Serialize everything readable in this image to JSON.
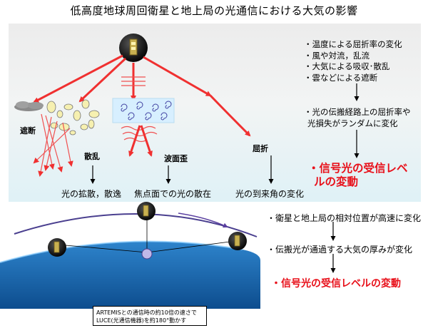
{
  "title": "低高度地球周回衛星と地上局の光通信における大気の影響",
  "top": {
    "effects": [
      "遮断",
      "散乱",
      "波面歪",
      "屈折"
    ],
    "results": [
      "光の拡散，散逸",
      "焦点面での光の散在",
      "光の到来角の変化"
    ],
    "factors": [
      "・温度による屈折率の変化",
      "・風や対流，乱流",
      "・大気による吸収･散乱",
      "・雲などによる遮断"
    ],
    "path_change": [
      "・光の伝搬経路上の屈折率や",
      "光損失がランダムに変化"
    ],
    "conclusion": [
      "・信号光の受信レベ",
      "ルの変動"
    ]
  },
  "bottom": {
    "items": [
      "・衛星と地上局の相対位置が高速に変化",
      "・伝搬光が通過する大気の厚みが変化"
    ],
    "conclusion": "・信号光の受信レベルの変動",
    "note": [
      "ARTEMISとの通信時の約10倍の速さで",
      "LUCE(光通信機器)を約180°動かす"
    ]
  },
  "colors": {
    "arrow_red": "#f03030",
    "text_red": "#e8101a",
    "orbit": "#4a3f8f",
    "earth": "#1e6fb8"
  }
}
